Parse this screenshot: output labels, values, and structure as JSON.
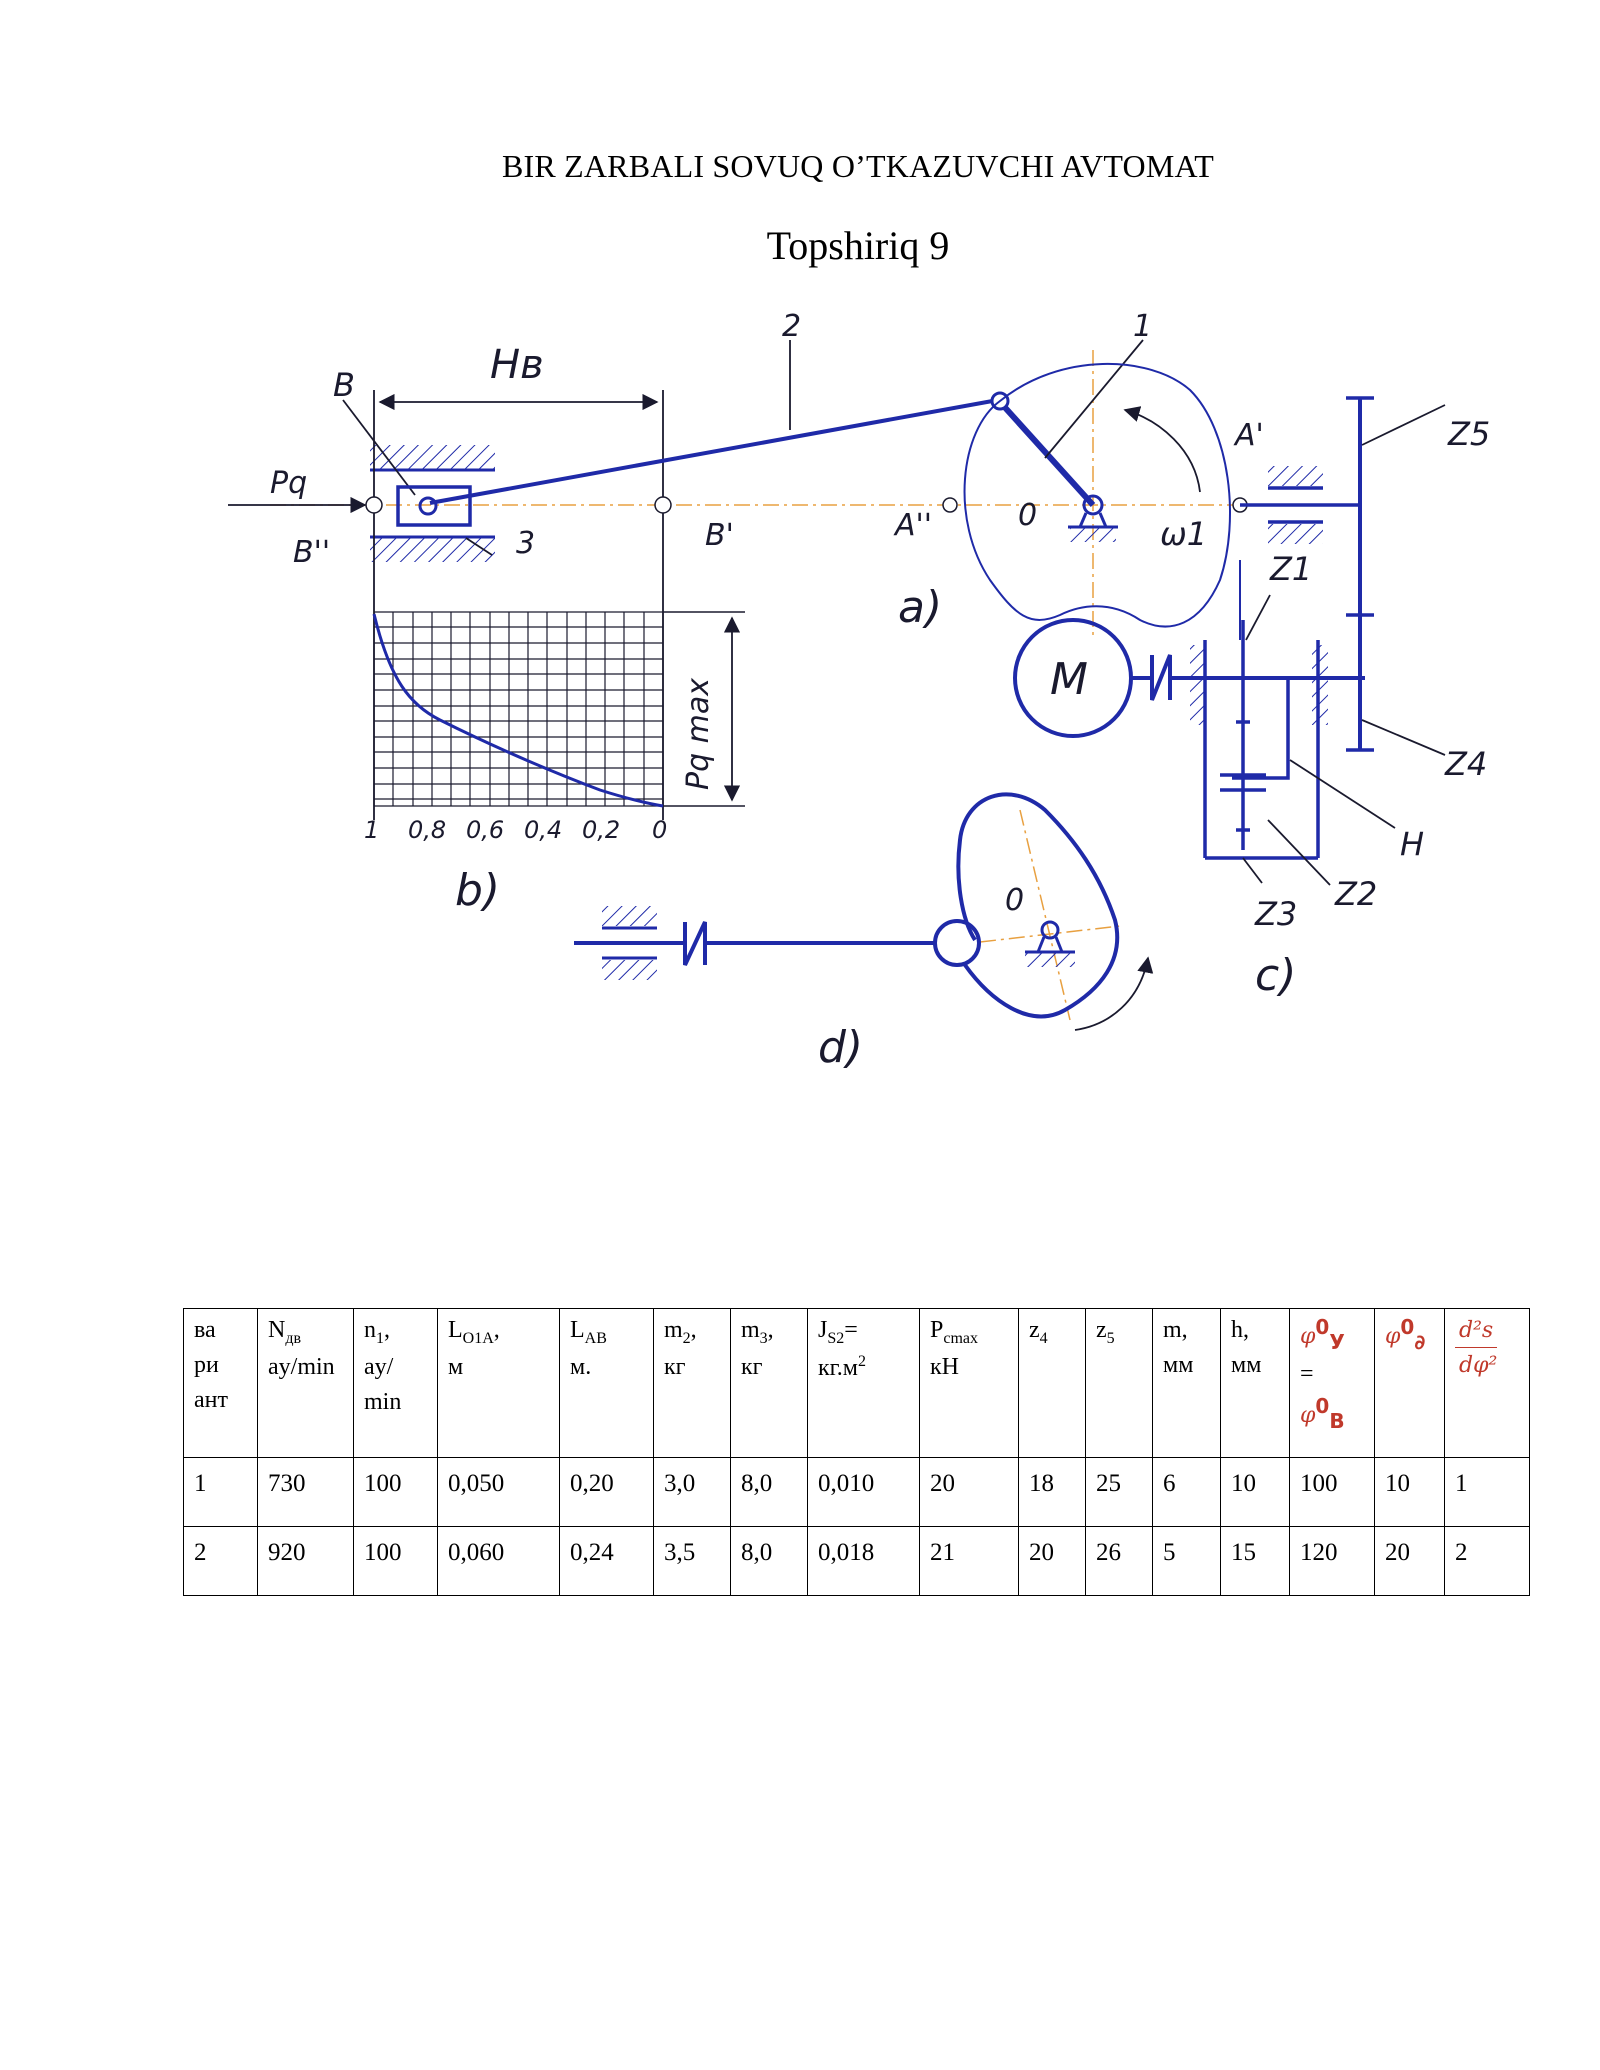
{
  "document": {
    "title": "BIR ZARBALI SOVUQ O’TKAZUVCHI AVTOMAT",
    "subtitle": "Topshiriq 9"
  },
  "diagram": {
    "labels": {
      "hb": "Hв",
      "b": "B",
      "pq": "Pq",
      "b2": "B''",
      "n3": "3",
      "n2": "2",
      "n1": "1",
      "bp": "B'",
      "a2": "A''",
      "o_top": "0",
      "omega": "ω1",
      "ap": "A'",
      "z5": "Z5",
      "z1": "Z1",
      "m": "M",
      "z4": "Z4",
      "h": "H",
      "z2": "Z2",
      "z3": "Z3",
      "pqmax": "Pq max",
      "cap_a": "a)",
      "cap_b": "b)",
      "cap_c": "c)",
      "cap_d": "d)",
      "o_bottom": "0"
    },
    "ticks": [
      "1",
      "0,8",
      "0,6",
      "0,4",
      "0,2",
      "0"
    ]
  },
  "table": {
    "headers": {
      "variant": [
        "ва",
        "ри",
        "ант"
      ],
      "ndv_main": "N",
      "ndv_sub": "дв",
      "ndv_unit": "ay/min",
      "n1_main": "n",
      "n1_sub": "1",
      "n1_comma": ",",
      "n1_unit_a": "ay/",
      "n1_unit_b": "min",
      "loia_main": "L",
      "loia_sub": "O1A",
      "loia_comma": ",",
      "loia_unit": "м",
      "lab_main": "L",
      "lab_sub": "AB",
      "lab_unit": "м.",
      "m2_main": "m",
      "m2_sub": "2",
      "m2_comma": ",",
      "m2_unit": "кг",
      "m3_main": "m",
      "m3_sub": "3",
      "m3_comma": ",",
      "m3_unit": "кг",
      "js2_main": "J",
      "js2_sub": "S2",
      "js2_eq": "=",
      "js2_unit_a": "кг.м",
      "js2_unit_sup": "2",
      "pc_main": "P",
      "pc_sub": "cmax",
      "pc_unit": "кН",
      "z4_main": "z",
      "z4_sub": "4",
      "z5_main": "z",
      "z5_sub": "5",
      "m_main": "m,",
      "m_unit": "мм",
      "h_main": "h,",
      "h_unit": "мм",
      "phi_y": "φ",
      "phi_y_sup": "0",
      "phi_y_sub": "У",
      "phi_eq": "=",
      "phi_b": "φ",
      "phi_b_sup": "0",
      "phi_b_sub": "В",
      "phi_d": "φ",
      "phi_d_sup": "0",
      "phi_d_sub": "∂",
      "d2s_num": "d²s",
      "d2s_den": "dφ²"
    },
    "rows": [
      [
        "1",
        "730",
        "100",
        "0,050",
        "0,20",
        "3,0",
        "8,0",
        "0,010",
        "20",
        "18",
        "25",
        "6",
        "10",
        "100",
        "10",
        "1"
      ],
      [
        "2",
        "920",
        "100",
        "0,060",
        "0,24",
        "3,5",
        "8,0",
        "0,018",
        "21",
        "20",
        "26",
        "5",
        "15",
        "120",
        "20",
        "2"
      ]
    ]
  },
  "colors": {
    "ink": "#1f2aa8",
    "axis": "#e8a040",
    "label": "#1a1a2e",
    "accent": "#c0392b"
  }
}
